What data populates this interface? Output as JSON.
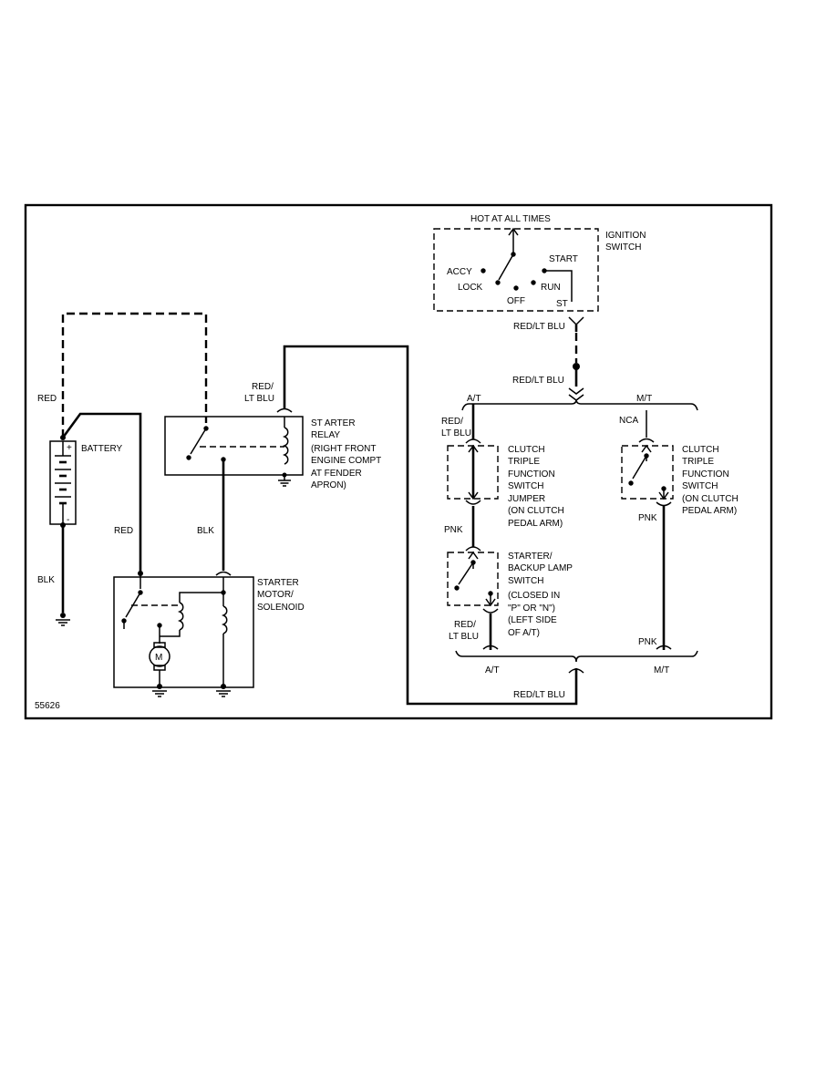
{
  "diagram_id": "55626",
  "labels": {
    "hot_at_all_times": "HOT AT ALL TIMES",
    "ignition_switch_1": "IGNITION",
    "ignition_switch_2": "SWITCH",
    "accy": "ACCY",
    "lock": "LOCK",
    "off": "OFF",
    "start": "START",
    "run": "RUN",
    "st": "ST",
    "red": "RED",
    "red_2": "RED",
    "blk_battery": "BLK",
    "blk_relay": "BLK",
    "battery": "BATTERY",
    "plus": "+",
    "minus": "-",
    "red_lt_blu_relay_1": "RED/",
    "red_lt_blu_relay_2": "LT BLU",
    "red_lt_blu_ign": "RED/LT BLU",
    "red_lt_blu_splice": "RED/LT BLU",
    "red_lt_blu_bottom": "RED/LT BLU",
    "red_lt_blu_at_1": "RED/",
    "red_lt_blu_at_2": "LT BLU",
    "red_lt_blu_lamp_1": "RED/",
    "red_lt_blu_lamp_2": "LT BLU",
    "at_top": "A/T",
    "mt_top": "M/T",
    "at_bottom": "A/T",
    "mt_bottom": "M/T",
    "nca": "NCA",
    "pnk_1": "PNK",
    "pnk_2": "PNK",
    "pnk_3": "PNK",
    "motor_m": "M",
    "starter_relay": [
      "ST ARTER",
      "RELAY",
      "(RIGHT FRONT",
      "ENGINE COMPT",
      "AT FENDER",
      "APRON)"
    ],
    "starter_motor": [
      "STARTER",
      "MOTOR/",
      "SOLENOID"
    ],
    "clutch_jumper": [
      "CLUTCH",
      "TRIPLE",
      "FUNCTION",
      "SWITCH",
      "JUMPER",
      "(ON CLUTCH",
      "PEDAL ARM)"
    ],
    "clutch_switch": [
      "CLUTCH",
      "TRIPLE",
      "FUNCTION",
      "SWITCH",
      "(ON CLUTCH",
      "PEDAL ARM)"
    ],
    "backup_lamp": [
      "STARTER/",
      "BACKUP LAMP",
      "SWITCH",
      "(CLOSED IN",
      "\"P\" OR \"N\")",
      "(LEFT SIDE",
      "OF A/T)"
    ]
  }
}
